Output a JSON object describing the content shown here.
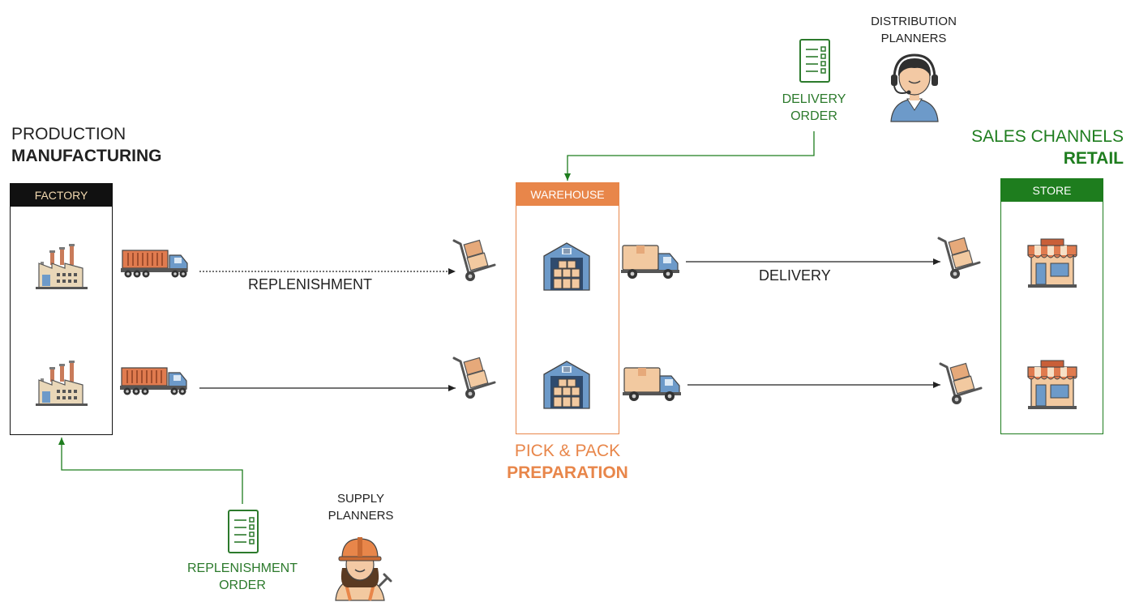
{
  "production": {
    "line1": "PRODUCTION",
    "line2": "MANUFACTURING"
  },
  "sales": {
    "line1": "SALES CHANNELS",
    "line2": "RETAIL"
  },
  "pickpack": {
    "line1": "PICK & PACK",
    "line2": "PREPARATION"
  },
  "factory": {
    "header": "FACTORY"
  },
  "warehouse": {
    "header": "WAREHOUSE"
  },
  "store": {
    "header": "STORE"
  },
  "flows": {
    "replenishment": "REPLENISHMENT",
    "delivery": "DELIVERY"
  },
  "distribution": {
    "line1": "DISTRIBUTION",
    "line2": "PLANNERS"
  },
  "supply": {
    "line1": "SUPPLY",
    "line2": "PLANNERS"
  },
  "delivery_order": {
    "line1": "DELIVERY",
    "line2": "ORDER"
  },
  "replenishment_order": {
    "line1": "REPLENISHMENT",
    "line2": "ORDER"
  },
  "colors": {
    "factory": "#111111",
    "warehouse": "#e8864a",
    "store": "#1e7d1e",
    "order_text": "#2c7a2c"
  }
}
